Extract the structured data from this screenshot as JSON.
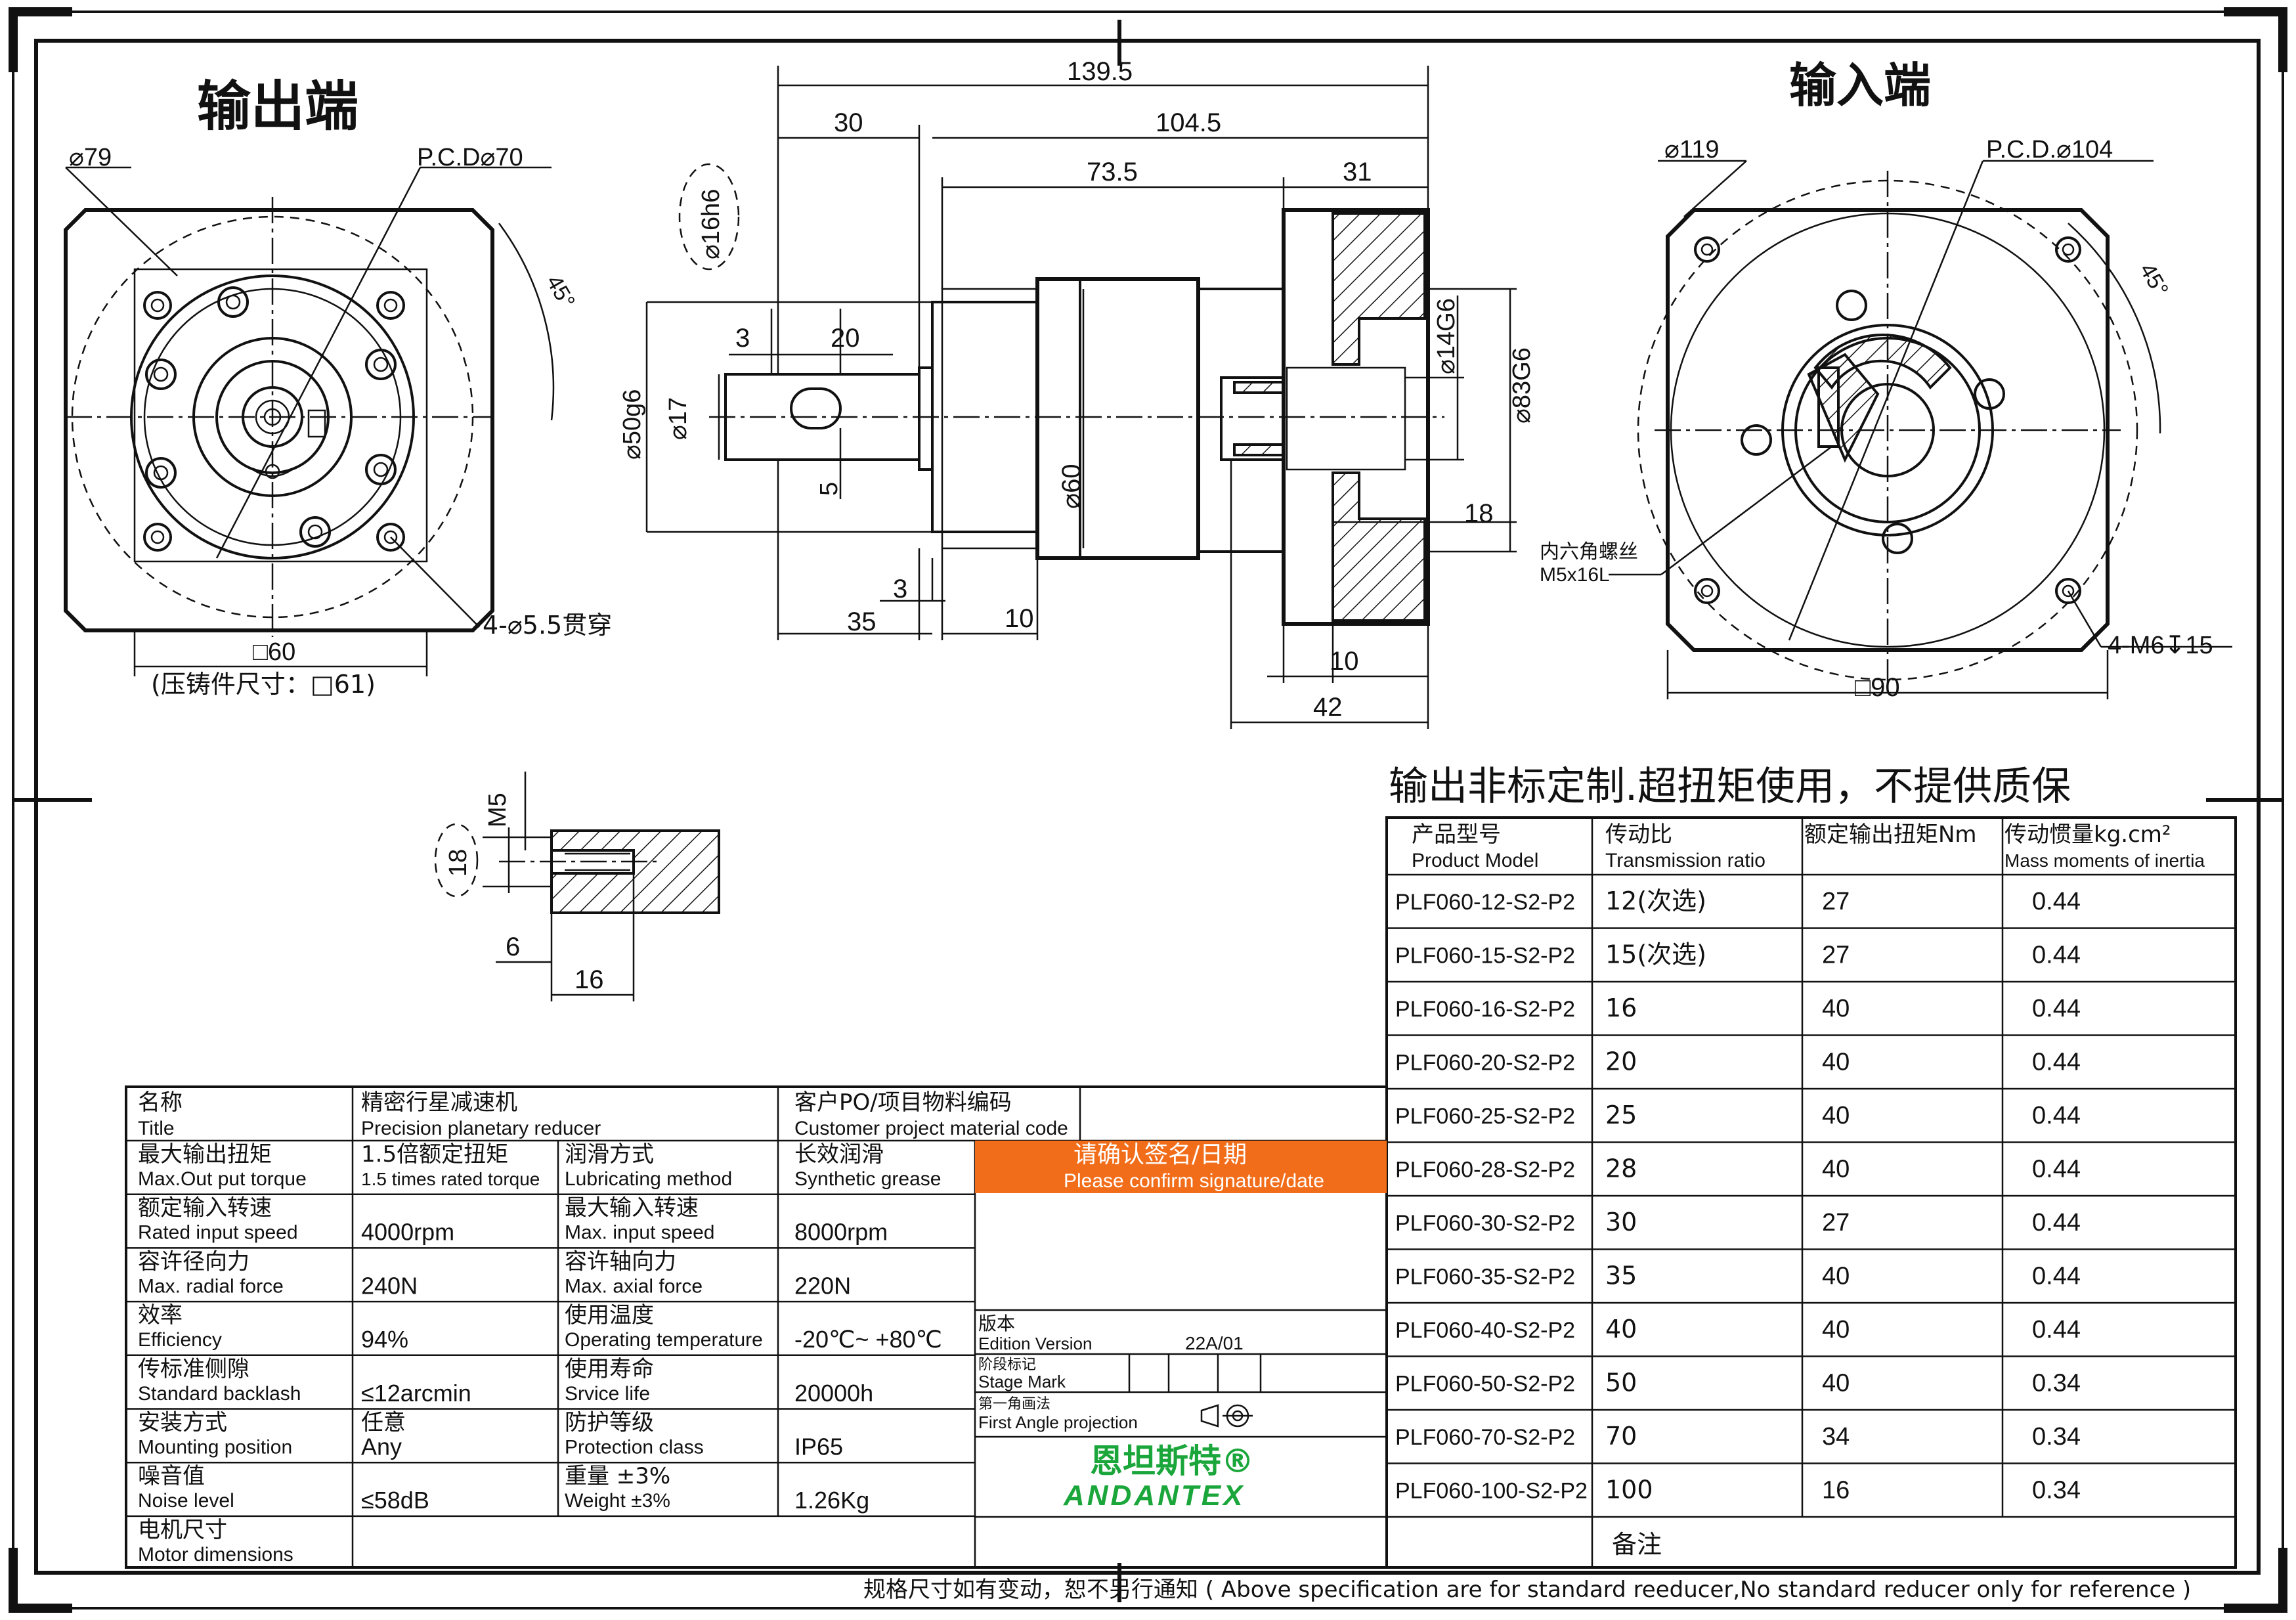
{
  "views": {
    "output_title": "输出端",
    "input_title": "输入端",
    "output_face": {
      "outer_dia": "⌀79",
      "pcd": "P.C.D⌀70",
      "angle": "45°",
      "holes": "4-⌀5.5贯穿",
      "square": "□60",
      "die_cast": "(压铸件尺寸：□61)"
    },
    "side": {
      "total_len": "139.5",
      "shaft_len": "30",
      "body_len": "104.5",
      "mid_len": "73.5",
      "flange_len": "31",
      "shaft_dia": "⌀16h6",
      "keyway_off": "3",
      "keyway_len": "20",
      "pilot_dia": "⌀50g6",
      "shaft_dia2": "⌀17",
      "key_w": "5",
      "body_dia": "⌀60",
      "bore_dia": "⌀14G6",
      "flange_pilot": "⌀83G6",
      "bore_depth": "18",
      "len_3": "3",
      "len_35": "35",
      "len_10": "10",
      "len_10b": "10",
      "len_42": "42"
    },
    "input_face": {
      "outer_dia": "⌀119",
      "pcd": "P.C.D.⌀104",
      "angle": "45°",
      "screw_cn": "内六角螺丝",
      "screw_spec": "M5x16L",
      "holes": "4-M6↧15",
      "square": "□90"
    },
    "detail": {
      "thread": "M5",
      "dia": "18",
      "len_6": "6",
      "len_16": "16"
    }
  },
  "note_top": "输出非标定制.超扭矩使用，不提供质保",
  "model_table": {
    "headers": [
      {
        "cn": "产品型号",
        "en": "Product Model"
      },
      {
        "cn": "传动比",
        "en": "Transmission ratio"
      },
      {
        "cn": "额定输出扭矩Nm",
        "en": ""
      },
      {
        "cn": "传动惯量kg.cm²",
        "en": "Mass moments of inertia"
      }
    ],
    "rows": [
      [
        "PLF060-12-S2-P2",
        "12(次选)",
        "27",
        "0.44"
      ],
      [
        "PLF060-15-S2-P2",
        "15(次选)",
        "27",
        "0.44"
      ],
      [
        "PLF060-16-S2-P2",
        "16",
        "40",
        "0.44"
      ],
      [
        "PLF060-20-S2-P2",
        "20",
        "40",
        "0.44"
      ],
      [
        "PLF060-25-S2-P2",
        "25",
        "40",
        "0.44"
      ],
      [
        "PLF060-28-S2-P2",
        "28",
        "40",
        "0.44"
      ],
      [
        "PLF060-30-S2-P2",
        "30",
        "27",
        "0.44"
      ],
      [
        "PLF060-35-S2-P2",
        "35",
        "40",
        "0.44"
      ],
      [
        "PLF060-40-S2-P2",
        "40",
        "40",
        "0.44"
      ],
      [
        "PLF060-50-S2-P2",
        "50",
        "40",
        "0.34"
      ],
      [
        "PLF060-70-S2-P2",
        "70",
        "34",
        "0.34"
      ],
      [
        "PLF060-100-S2-P2",
        "100",
        "16",
        "0.34"
      ]
    ],
    "remark": "备注"
  },
  "spec_table": {
    "title_cn": "名称",
    "title_en": "Title",
    "title_val_cn": "精密行星减速机",
    "title_val_en": "Precision planetary reducer",
    "cust_cn": "客户PO/项目物料编码",
    "cust_en": "Customer project material code",
    "rows": [
      {
        "l_cn": "最大输出扭矩",
        "l_en": "Max.Out put torque",
        "v1_cn": "1.5倍额定扭矩",
        "v1_en": "1.5 times rated torque",
        "l2_cn": "润滑方式",
        "l2_en": "Lubricating method",
        "v2_cn": "长效润滑",
        "v2_en": "Synthetic grease"
      },
      {
        "l_cn": "额定输入转速",
        "l_en": "Rated input speed",
        "v1_cn": "",
        "v1_en": "4000rpm",
        "l2_cn": "最大输入转速",
        "l2_en": "Max. input speed",
        "v2_cn": "",
        "v2_en": "8000rpm"
      },
      {
        "l_cn": "容许径向力",
        "l_en": "Max. radial force",
        "v1_cn": "",
        "v1_en": "240N",
        "l2_cn": "容许轴向力",
        "l2_en": "Max. axial force",
        "v2_cn": "",
        "v2_en": "220N"
      },
      {
        "l_cn": "效率",
        "l_en": "Efficiency",
        "v1_cn": "",
        "v1_en": "94%",
        "l2_cn": "使用温度",
        "l2_en": "Operating temperature",
        "v2_cn": "",
        "v2_en": "-20℃~ +80℃"
      },
      {
        "l_cn": "传标准侧隙",
        "l_en": "Standard backlash",
        "v1_cn": "",
        "v1_en": "≤12arcmin",
        "l2_cn": "使用寿命",
        "l2_en": "Srvice life",
        "v2_cn": "",
        "v2_en": "20000h"
      },
      {
        "l_cn": "安装方式",
        "l_en": "Mounting position",
        "v1_cn": "任意",
        "v1_en": "Any",
        "l2_cn": "防护等级",
        "l2_en": "Protection class",
        "v2_cn": "",
        "v2_en": "IP65"
      },
      {
        "l_cn": "噪音值",
        "l_en": "Noise level",
        "v1_cn": "",
        "v1_en": "≤58dB",
        "l2_cn": "重量 ±3%",
        "l2_en": "Weight ±3%",
        "v2_cn": "",
        "v2_en": "1.26Kg"
      },
      {
        "l_cn": "电机尺寸",
        "l_en": "Motor dimensions",
        "v1_cn": "",
        "v1_en": "",
        "l2_cn": "",
        "l2_en": "",
        "v2_cn": "",
        "v2_en": ""
      }
    ],
    "confirm_cn": "请确认签名/日期",
    "confirm_en": "Please confirm signature/date",
    "confirm_color": "#f26d1a",
    "edition_cn": "版本",
    "edition_en": "Edition Version",
    "edition_val": "22A/01",
    "stage_cn": "阶段标记",
    "stage_en": "Stage Mark",
    "proj_cn": "第一角画法",
    "proj_en": "First Angle projection",
    "brand_cn": "恩坦斯特®",
    "brand_en": "ANDANTEX",
    "brand_color": "#1aa63a"
  },
  "footer": "规格尺寸如有变动，恕不另行通知 ( Above specification are for standard reeducer,No standard reducer only for reference )"
}
